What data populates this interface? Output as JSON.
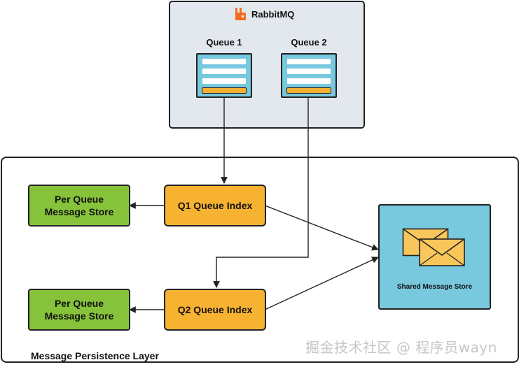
{
  "rabbitmq": {
    "title": "RabbitMQ",
    "logo_icon": "rabbitmq-logo-icon",
    "queues": [
      {
        "label": "Queue 1"
      },
      {
        "label": "Queue 2"
      }
    ]
  },
  "persistence_layer": {
    "label": "Message Persistence Layer",
    "per_queue_stores": [
      {
        "line1": "Per Queue",
        "line2": "Message Store"
      },
      {
        "line1": "Per Queue",
        "line2": "Message Store"
      }
    ],
    "queue_indexes": [
      {
        "label": "Q1 Queue Index"
      },
      {
        "label": "Q2 Queue Index"
      }
    ],
    "shared_store": {
      "label": "Shared Message Store",
      "icon": "envelope-icon"
    }
  },
  "watermark": "掘金技术社区 @ 程序员wayn",
  "colors": {
    "queue_fill": "#78c8de",
    "store_green": "#86c33a",
    "index_orange": "#f8b232",
    "rabbit_panel": "#e3e8ee",
    "envelope": "#f8c65a"
  }
}
